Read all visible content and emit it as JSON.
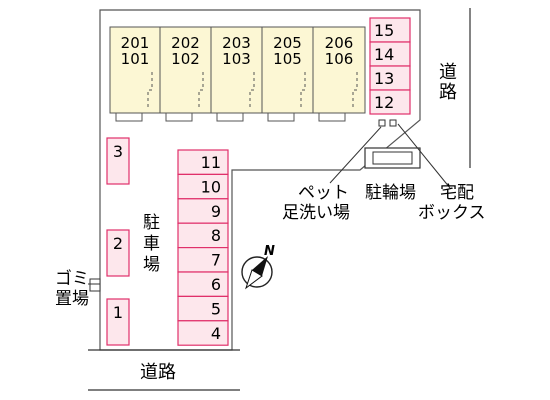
{
  "units": [
    {
      "upper": "201",
      "lower": "101"
    },
    {
      "upper": "202",
      "lower": "102"
    },
    {
      "upper": "203",
      "lower": "103"
    },
    {
      "upper": "205",
      "lower": "105"
    },
    {
      "upper": "206",
      "lower": "106"
    }
  ],
  "parking_right": [
    "15",
    "14",
    "13",
    "12"
  ],
  "parking_center": [
    "11",
    "10",
    "9",
    "8",
    "7",
    "6",
    "5",
    "4"
  ],
  "parking_left": [
    "3",
    "2",
    "1"
  ],
  "labels": {
    "road_right": [
      "道",
      "路"
    ],
    "road_bottom": "道路",
    "parking": [
      "駐",
      "車",
      "場"
    ],
    "garbage": [
      "ゴミ",
      "置場"
    ],
    "pet_wash": [
      "ペット",
      "足洗い場"
    ],
    "bicycle": "駐輪場",
    "delivery_box": [
      "宅配",
      "ボックス"
    ],
    "compass_n": "N"
  },
  "colors": {
    "slot_fill": "#fde7ec",
    "slot_stroke": "#e0306a",
    "unit_fill": "#fcf7d4"
  }
}
